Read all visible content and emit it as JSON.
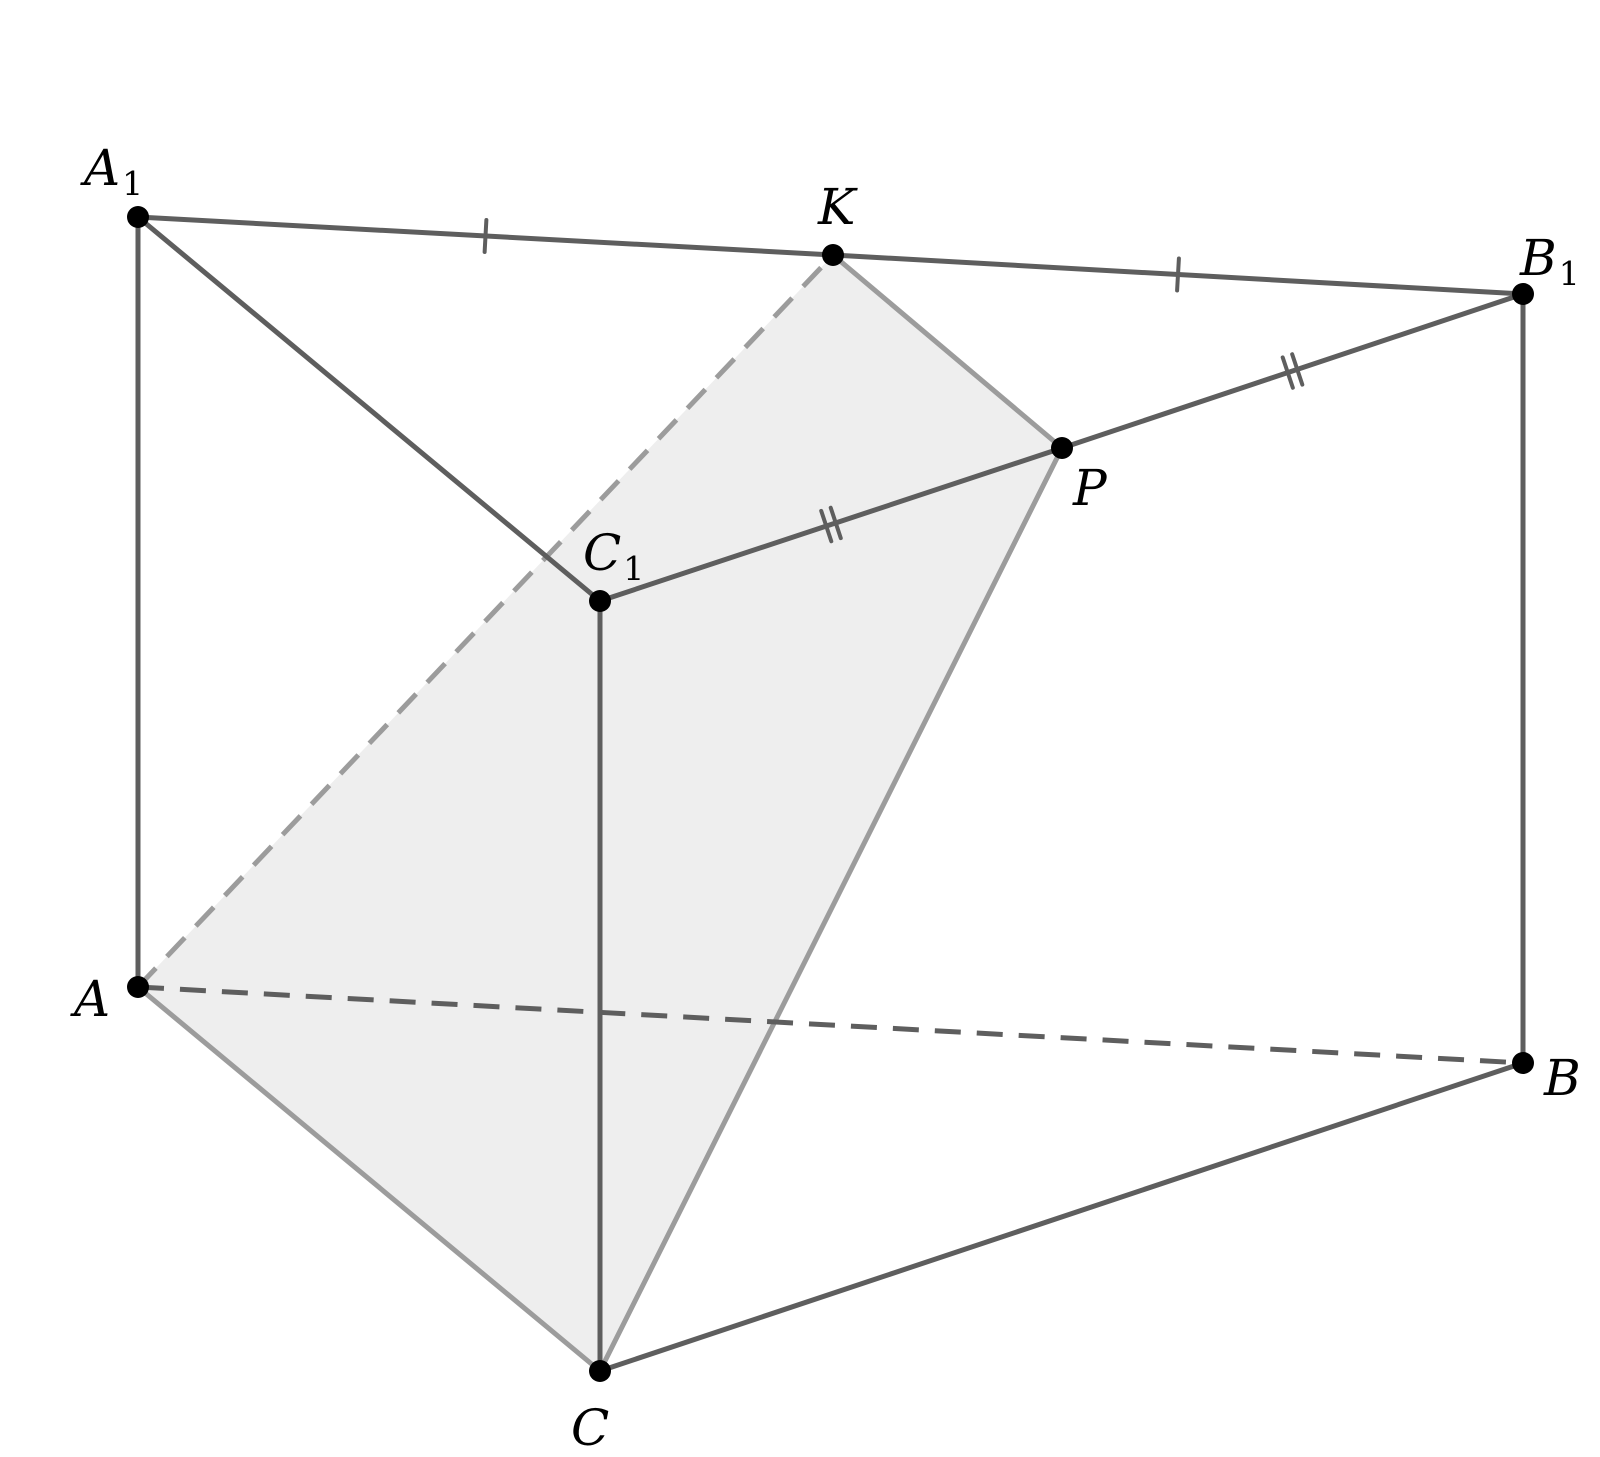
{
  "colors": {
    "background": "#ffffff",
    "edge": "#5e5e5e",
    "section_edge": "#9c9c9c",
    "section_fill": "#eeeeee",
    "point": "#000000",
    "label": "#000000"
  },
  "figure": {
    "name": "triangular prism ABC-A1B1C1 with section plane A-K-P-C",
    "points": [
      {
        "id": "A1",
        "letter": "A",
        "sub": "1"
      },
      {
        "id": "K",
        "letter": "K",
        "sub": ""
      },
      {
        "id": "B1",
        "letter": "B",
        "sub": "1"
      },
      {
        "id": "P",
        "letter": "P",
        "sub": ""
      },
      {
        "id": "C1",
        "letter": "C",
        "sub": "1"
      },
      {
        "id": "A",
        "letter": "A",
        "sub": ""
      },
      {
        "id": "B",
        "letter": "B",
        "sub": ""
      },
      {
        "id": "C",
        "letter": "C",
        "sub": ""
      }
    ],
    "section": [
      "A",
      "K",
      "P",
      "C"
    ],
    "edges": [
      {
        "from": "A1",
        "to": "K",
        "style": "solid",
        "ticks": 1
      },
      {
        "from": "K",
        "to": "B1",
        "style": "solid",
        "ticks": 1
      },
      {
        "from": "B1",
        "to": "P",
        "style": "solid",
        "ticks": 2
      },
      {
        "from": "P",
        "to": "C1",
        "style": "solid",
        "ticks": 2
      },
      {
        "from": "A1",
        "to": "C1",
        "style": "solid",
        "ticks": 0
      },
      {
        "from": "A1",
        "to": "A",
        "style": "solid",
        "ticks": 0
      },
      {
        "from": "B1",
        "to": "B",
        "style": "solid",
        "ticks": 0
      },
      {
        "from": "C1",
        "to": "C",
        "style": "solid",
        "ticks": 0
      },
      {
        "from": "C",
        "to": "B",
        "style": "solid",
        "ticks": 0
      },
      {
        "from": "A",
        "to": "B",
        "style": "dashed",
        "ticks": 0
      },
      {
        "from": "A",
        "to": "K",
        "style": "section-dashed",
        "ticks": 0
      },
      {
        "from": "K",
        "to": "P",
        "style": "section",
        "ticks": 0
      },
      {
        "from": "P",
        "to": "C",
        "style": "section",
        "ticks": 0
      },
      {
        "from": "A",
        "to": "C",
        "style": "section",
        "ticks": 0
      }
    ]
  }
}
